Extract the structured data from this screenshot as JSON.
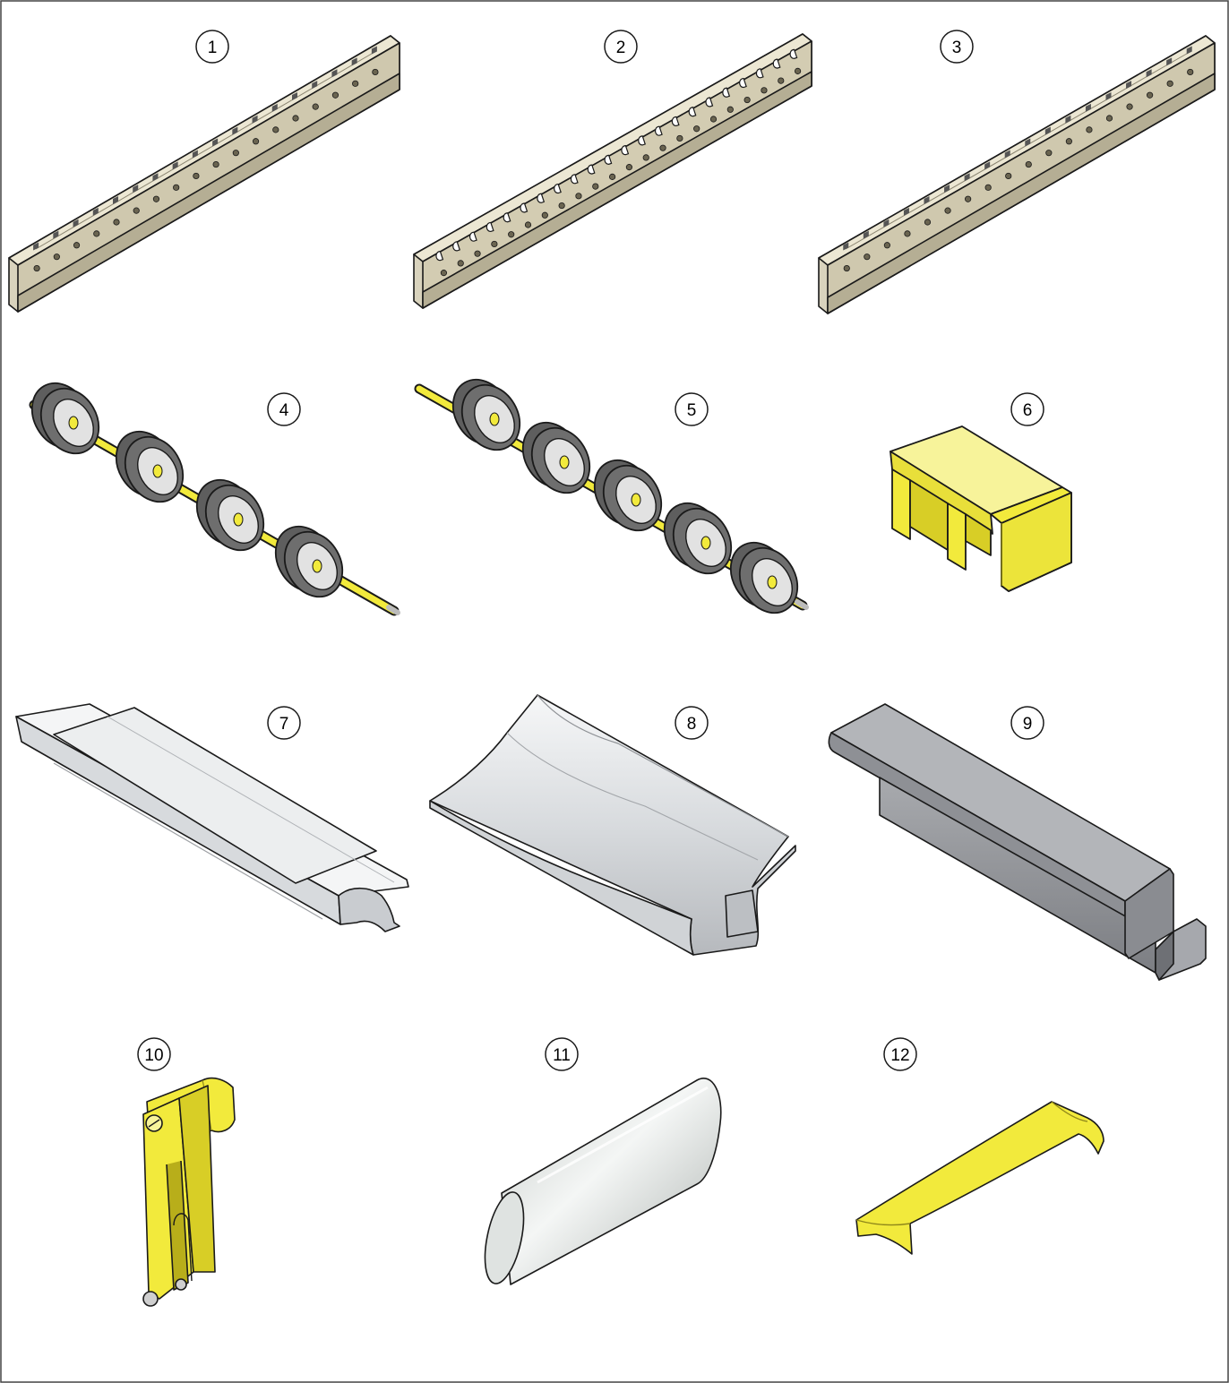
{
  "colors": {
    "rail": "#d9d3bd",
    "rail_dark": "#b5ae94",
    "yellow": "#f2ea3c",
    "yellow_dark": "#c8bd1c",
    "roller": "#6a6a6a",
    "roller_dark": "#3a3a3a",
    "silver": "#e2e4e6",
    "silver_dark": "#b9bcc0",
    "gray": "#9a9ca0",
    "gray_dark": "#6e7075",
    "outline": "#1a1a1a"
  },
  "parts": [
    {
      "number": "1",
      "icon": "slotted-rail-icon",
      "color_key": "rail"
    },
    {
      "number": "2",
      "icon": "perforated-rail-icon",
      "color_key": "rail"
    },
    {
      "number": "3",
      "icon": "slotted-rail-icon",
      "color_key": "rail"
    },
    {
      "number": "4",
      "icon": "wheel-shaft-4-icon",
      "color_key": "roller"
    },
    {
      "number": "5",
      "icon": "wheel-shaft-5-icon",
      "color_key": "roller"
    },
    {
      "number": "6",
      "icon": "end-stop-block-icon",
      "color_key": "yellow"
    },
    {
      "number": "7",
      "icon": "aluminium-profile-icon",
      "color_key": "silver"
    },
    {
      "number": "8",
      "icon": "guide-profile-icon",
      "color_key": "silver"
    },
    {
      "number": "9",
      "icon": "steel-z-profile-icon",
      "color_key": "gray"
    },
    {
      "number": "10",
      "icon": "clamp-bracket-icon",
      "color_key": "yellow"
    },
    {
      "number": "11",
      "icon": "tube-icon",
      "color_key": "silver"
    },
    {
      "number": "12",
      "icon": "cover-clip-icon",
      "color_key": "yellow"
    }
  ]
}
